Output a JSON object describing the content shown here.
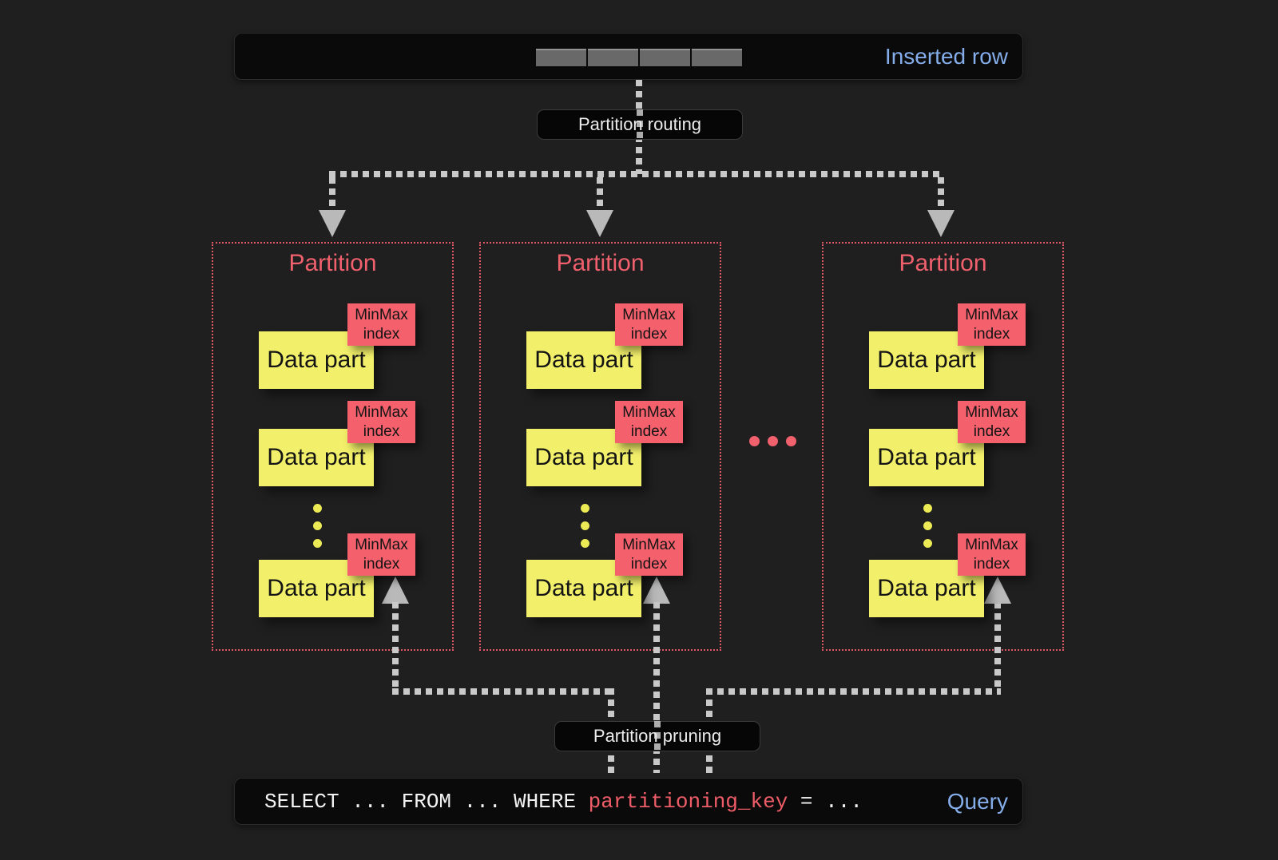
{
  "inserted_row_bar": {
    "label": "Inserted row",
    "cell_count": 4
  },
  "flow_labels": {
    "routing": "Partition routing",
    "pruning": "Partition pruning"
  },
  "partitions": [
    {
      "title": "Partition",
      "parts": [
        {
          "name": "Data part",
          "index": "MinMax index"
        },
        {
          "name": "Data part",
          "index": "MinMax index"
        },
        {
          "name": "Data part",
          "index": "MinMax index"
        }
      ]
    },
    {
      "title": "Partition",
      "parts": [
        {
          "name": "Data part",
          "index": "MinMax index"
        },
        {
          "name": "Data part",
          "index": "MinMax index"
        },
        {
          "name": "Data part",
          "index": "MinMax index"
        }
      ]
    },
    {
      "title": "Partition",
      "parts": [
        {
          "name": "Data part",
          "index": "MinMax index"
        },
        {
          "name": "Data part",
          "index": "MinMax index"
        },
        {
          "name": "Data part",
          "index": "MinMax index"
        }
      ]
    }
  ],
  "query_bar": {
    "sql_prefix": "SELECT ... FROM ... WHERE ",
    "sql_key": "partitioning_key",
    "sql_suffix": " = ...",
    "label": "Query"
  },
  "colors": {
    "background": "#1f1f1f",
    "bar_bg": "#0a0a0a",
    "accent_blue": "#84ade9",
    "accent_red": "#f0606d",
    "data_part_yellow": "#f2f06a",
    "minmax_red": "#f4616d",
    "line_gray": "#c9c9c9"
  }
}
